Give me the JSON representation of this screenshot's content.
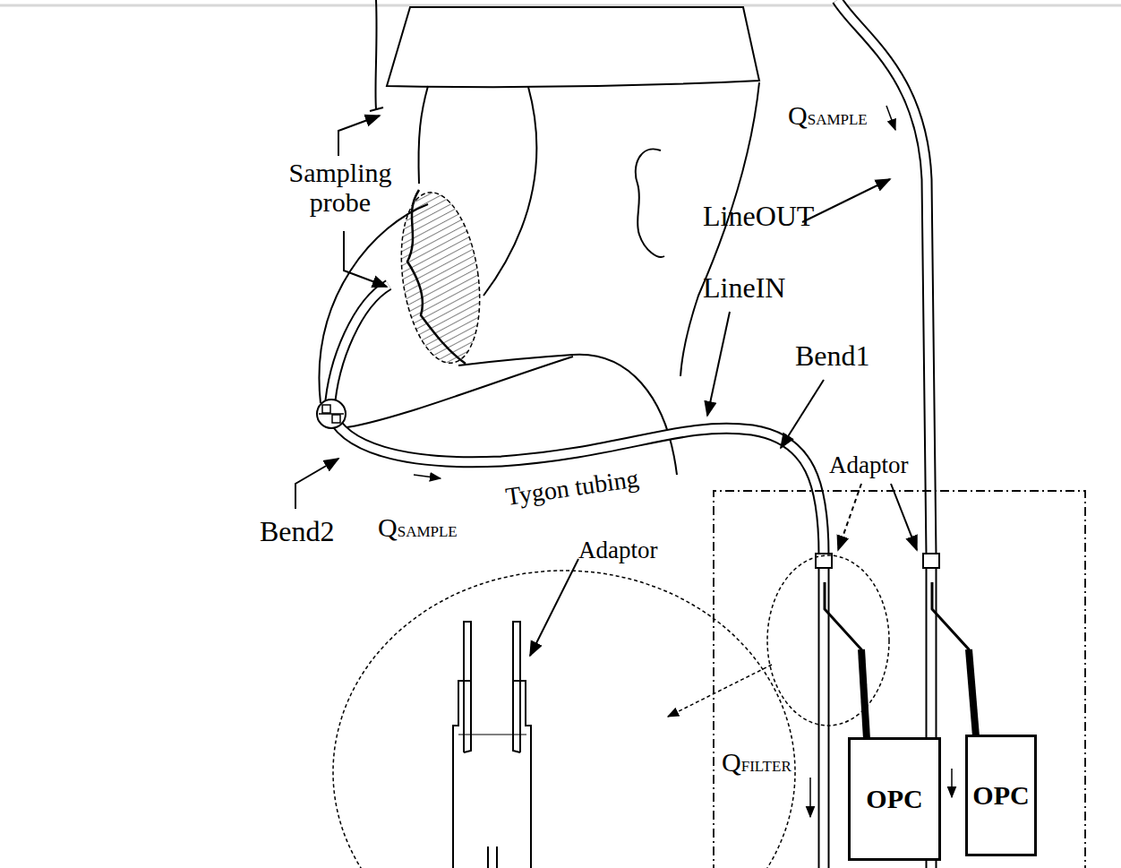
{
  "diagram": {
    "nodes": [
      {
        "text": [
          "OPC"
        ]
      },
      {
        "text": [
          "OPC"
        ]
      }
    ],
    "labels": [
      "Sampling probe",
      "QSAMPLE",
      "LineOUT",
      "LineIN",
      "Bend1",
      "Adaptor",
      "Bend2",
      "QSAMPLE",
      "Tygon tubing",
      "Adaptor",
      "QFILTER"
    ]
  }
}
